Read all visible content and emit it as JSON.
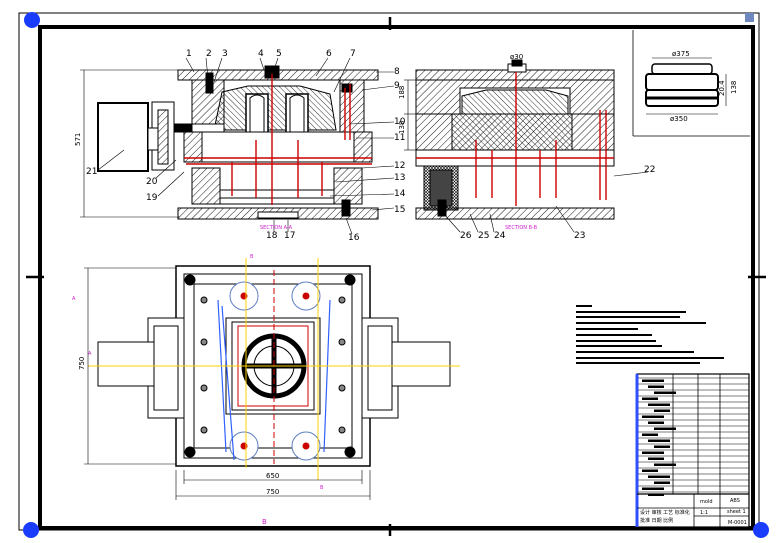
{
  "part_numbers": {
    "top": [
      "1",
      "2",
      "3",
      "4",
      "5",
      "6",
      "7"
    ],
    "right": [
      "8",
      "9",
      "10",
      "11",
      "12",
      "13",
      "14",
      "15"
    ],
    "bottom": [
      "18",
      "17",
      "16"
    ],
    "left": [
      "21",
      "20",
      "19"
    ],
    "view2": [
      "22",
      "26",
      "25",
      "24",
      "23"
    ]
  },
  "dimensions": {
    "height_left": "571",
    "plan_height": "750",
    "plan_inner_width": "650",
    "plan_width": "750",
    "small_top": "ø375",
    "small_bottom": "ø350",
    "small_right": "138",
    "small_mid": "20.4",
    "v2_top": "188",
    "v2_mid": "138",
    "v2_small": "ø30"
  },
  "section_labels": {
    "a": "SECTION A-A",
    "b": "SECTION B-B"
  },
  "view_markers": {
    "b_top": "B",
    "b_bottom": "B",
    "b_sheet": "B",
    "a_left": "A",
    "side": "A"
  },
  "title_block": {
    "name": "mold",
    "material": "ABS",
    "scale": "1:1",
    "sheet": "sheet 1",
    "code": "M-0001",
    "left_notes": "设计 审核 工艺 标准化",
    "left_notes2": "批准 日期 比例"
  },
  "colors": {
    "line": "#000000",
    "hidden": "#cc0000",
    "center": "#d020d0",
    "axis": "#ffd000",
    "bolt": "#3060ff",
    "corner": "#1a3cff"
  }
}
